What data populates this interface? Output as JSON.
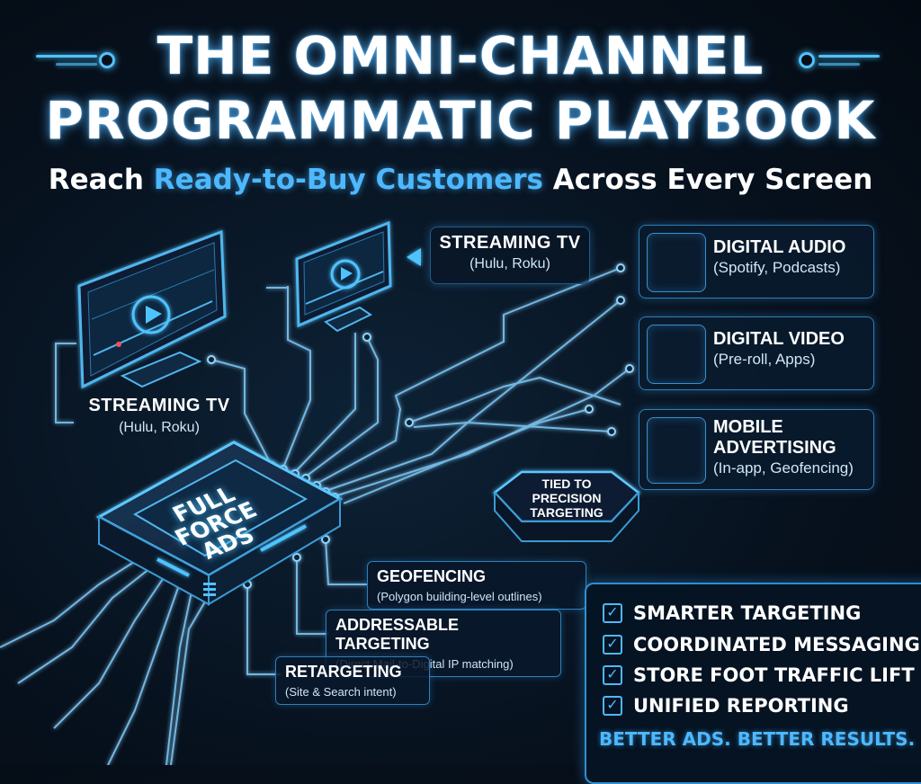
{
  "header": {
    "title_line1": "THE OMNI-CHANNEL",
    "title_line2": "PROGRAMMATIC PLAYBOOK",
    "subtitle_pre": "Reach ",
    "subtitle_highlight": "Ready-to-Buy Customers",
    "subtitle_post": " Across Every Screen"
  },
  "hub": {
    "label": "FULL FORCE ADS"
  },
  "secondary_hub": {
    "line1": "TIED TO",
    "line2": "PRECISION",
    "line3": "TARGETING"
  },
  "channels": {
    "streaming_tv_left": {
      "title": "STREAMING TV",
      "subtitle": "(Hulu, Roku)"
    },
    "streaming_tv_top": {
      "title": "STREAMING TV",
      "subtitle": "(Hulu, Roku)"
    },
    "digital_audio": {
      "title": "DIGITAL AUDIO",
      "subtitle": "(Spotify, Podcasts)",
      "icon": "headphones-icon"
    },
    "digital_video": {
      "title": "DIGITAL VIDEO",
      "subtitle": "(Pre-roll, Apps)",
      "icon": "video-player-icon"
    },
    "mobile": {
      "title_line1": "MOBILE",
      "title_line2": "ADVERTISING",
      "subtitle": "(In-app, Geofencing)",
      "icon": "smartphone-icon"
    }
  },
  "tactics": {
    "geofencing": {
      "title": "GEOFENCING",
      "subtitle": "(Polygon building-level outlines)"
    },
    "addressable": {
      "title": "ADDRESSABLE TARGETING",
      "subtitle": "(Direct Mail-to-Digital IP matching)"
    },
    "retargeting": {
      "title": "RETARGETING",
      "subtitle": "(Site & Search intent)"
    }
  },
  "benefits": {
    "items": [
      "SMARTER TARGETING",
      "COORDINATED MESSAGING",
      "STORE FOOT TRAFFIC LIFT",
      "UNIFIED REPORTING"
    ],
    "tagline": "BETTER ADS. BETTER RESULTS."
  },
  "colors": {
    "accent": "#4db8ff",
    "glow": "#4fc3ff",
    "background": "#07121f",
    "border": "#2f7fb8"
  }
}
